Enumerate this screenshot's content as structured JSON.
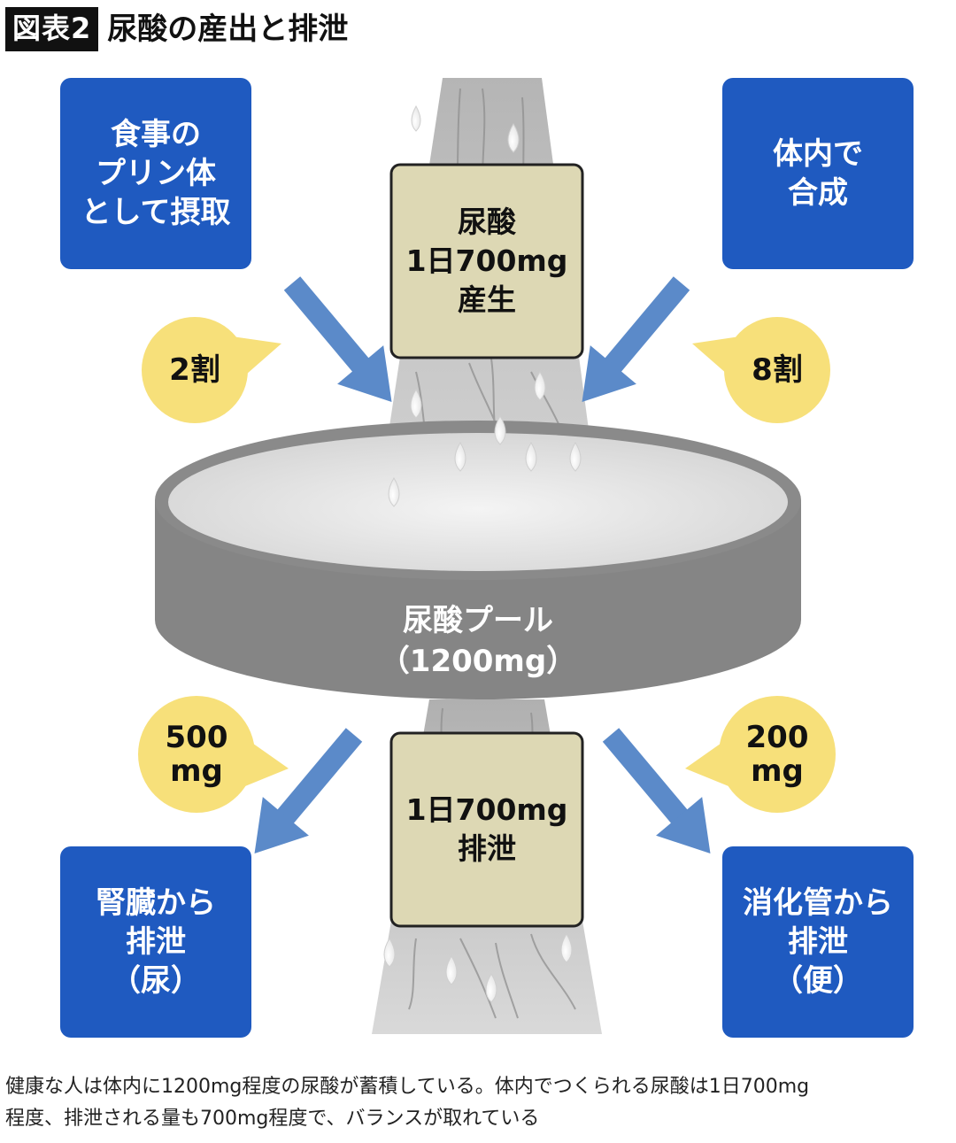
{
  "header": {
    "figure_tag": "図表2",
    "title": "尿酸の産出と排泄"
  },
  "colors": {
    "box_blue": "#1f5ac0",
    "arrow_blue": "#5b8ac9",
    "bubble_yellow": "#f7e07a",
    "tan_box": "#ddd8b4",
    "pool_gray": "#858585",
    "stream_gray": "#bdbdbd"
  },
  "sources": {
    "diet": {
      "lines": [
        "食事の",
        "プリン体",
        "として摂取"
      ]
    },
    "body": {
      "lines": [
        "体内で",
        "合成"
      ]
    }
  },
  "ratios": {
    "diet": "2割",
    "body": "8割"
  },
  "production": {
    "lines": [
      "尿酸",
      "1日700mg",
      "産生"
    ]
  },
  "pool": {
    "lines": [
      "尿酸プール",
      "（1200mg）"
    ]
  },
  "excretion": {
    "lines": [
      "1日700mg",
      "排泄"
    ]
  },
  "amounts": {
    "kidney": {
      "lines": [
        "500",
        "mg"
      ]
    },
    "gut": {
      "lines": [
        "200",
        "mg"
      ]
    }
  },
  "outputs": {
    "kidney": {
      "lines": [
        "腎臓から",
        "排泄",
        "（尿）"
      ]
    },
    "gut": {
      "lines": [
        "消化管から",
        "排泄",
        "（便）"
      ]
    }
  },
  "caption": {
    "lines": [
      "健康な人は体内に1200mg程度の尿酸が蓄積している。体内でつくられる尿酸は1日700mg",
      "程度、排泄される量も700mg程度で、バランスが取れている"
    ]
  }
}
